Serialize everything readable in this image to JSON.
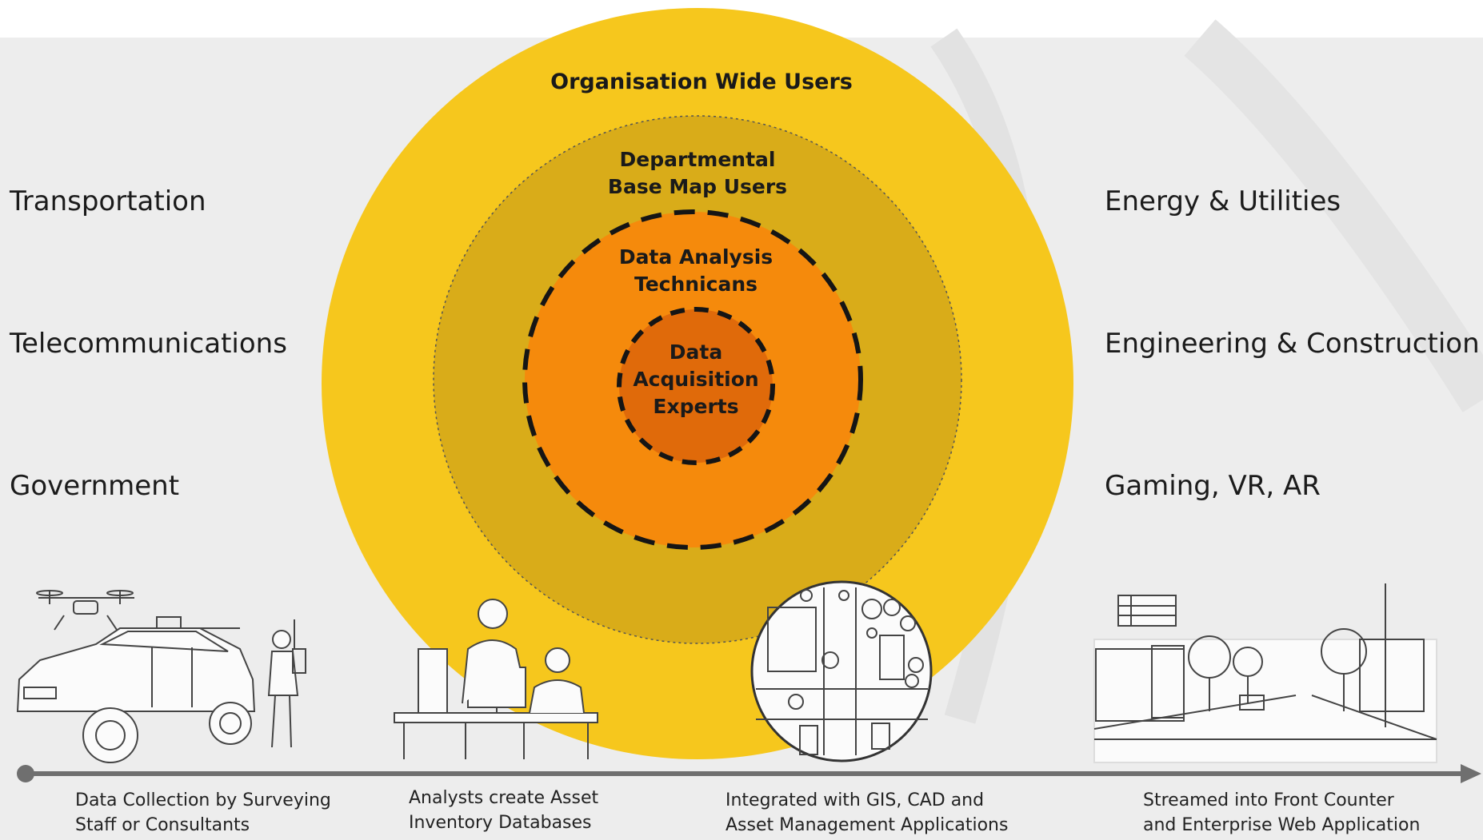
{
  "colors": {
    "background": "#ededed",
    "outer_ring": "#f6c71d",
    "middle_ring": "#d9ac19",
    "inner_ring": "#f58a0c",
    "core": "#e06a0a",
    "timeline": "#6f6f6f"
  },
  "rings": {
    "outer": "Organisation Wide Users",
    "middle": "Departmental\nBase Map Users",
    "inner": "Data Analysis\nTechnicans",
    "core": "Data\nAcquisition\nExperts"
  },
  "industries_left": [
    "Transportation",
    "Telecommunications",
    "Government"
  ],
  "industries_right": [
    "Energy & Utilities",
    "Engineering & Construction",
    "Gaming, VR, AR"
  ],
  "timeline": {
    "steps": [
      {
        "caption": "Data Collection by Surveying\nStaff or Consultants",
        "icon": "survey-vehicle-drone-icon"
      },
      {
        "caption": "Analysts create Asset\nInventory Databases",
        "icon": "analysts-desk-icon"
      },
      {
        "caption": "Integrated with GIS, CAD and\nAsset Management Applications",
        "icon": "map-plan-icon"
      },
      {
        "caption": "Streamed into Front Counter\nand Enterprise  Web Application",
        "icon": "street-scene-icon"
      }
    ]
  }
}
